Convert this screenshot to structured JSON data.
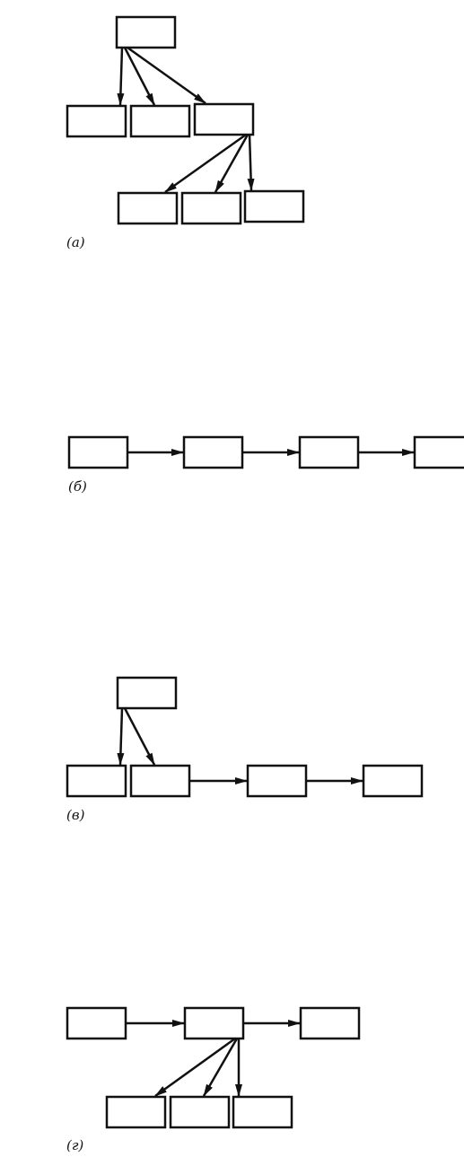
{
  "diagram": {
    "stroke_color": "#111111",
    "background": "#ffffff",
    "panels": [
      {
        "id": "a",
        "label": "(а)",
        "kind": "tree"
      },
      {
        "id": "b",
        "label": "(б)",
        "kind": "chain"
      },
      {
        "id": "v",
        "label": "(в)",
        "kind": "tree-then-chain"
      },
      {
        "id": "g",
        "label": "(г)",
        "kind": "chain-with-branch"
      }
    ]
  }
}
